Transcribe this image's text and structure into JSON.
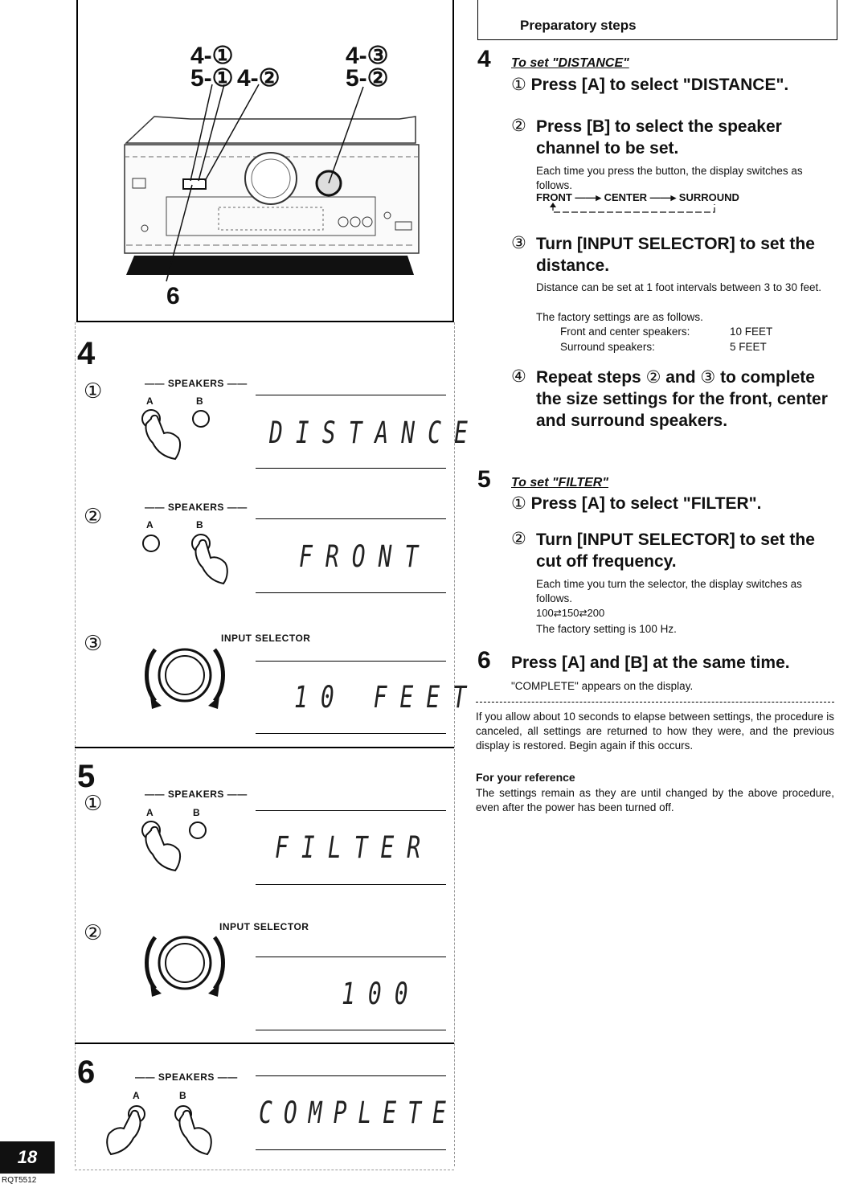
{
  "figure": {
    "callouts": [
      "4-①",
      "5-①",
      "4-②",
      "4-③",
      "5-②",
      "6"
    ]
  },
  "left": {
    "step4": {
      "number": "4",
      "sub1": {
        "marker": "①",
        "speakers_label": "SPEAKERS",
        "a": "A",
        "b": "B",
        "display": "DISTANCE"
      },
      "sub2": {
        "marker": "②",
        "speakers_label": "SPEAKERS",
        "a": "A",
        "b": "B",
        "display": "FRONT"
      },
      "sub3": {
        "marker": "③",
        "selector_label": "INPUT SELECTOR",
        "display": "10 FEET"
      }
    },
    "step5": {
      "number": "5",
      "sub1": {
        "marker": "①",
        "speakers_label": "SPEAKERS",
        "a": "A",
        "b": "B",
        "display": "FILTER"
      },
      "sub2": {
        "marker": "②",
        "selector_label": "INPUT SELECTOR",
        "display": "100"
      }
    },
    "step6": {
      "number": "6",
      "speakers_label": "SPEAKERS",
      "a": "A",
      "b": "B",
      "display": "COMPLETE"
    }
  },
  "right": {
    "box_title": "Preparatory steps",
    "step4": {
      "number": "4",
      "subtitle": "To set \"DISTANCE\"",
      "i1": {
        "marker": "①",
        "text": "Press [A] to select \"DISTANCE\"."
      },
      "i2": {
        "marker": "②",
        "text": "Press [B] to select the speaker channel to be set.",
        "desc": "Each time you press the button, the display switches as follows.",
        "seq": [
          "FRONT",
          "CENTER",
          "SURROUND"
        ]
      },
      "i3": {
        "marker": "③",
        "text": "Turn [INPUT SELECTOR] to set the distance.",
        "desc1": "Distance can be set at 1 foot intervals between 3 to 30 feet.",
        "desc2": "The factory settings are as follows.",
        "row1_label": "Front and center speakers:",
        "row1_value": "10 FEET",
        "row2_label": "Surround speakers:",
        "row2_value": "5 FEET"
      },
      "i4": {
        "marker": "④",
        "text_a": "Repeat steps ",
        "m2": "②",
        "and": " and ",
        "m3": "③",
        "text_b": " to complete the size settings for the front, center and surround speakers."
      }
    },
    "step5": {
      "number": "5",
      "subtitle": "To set \"FILTER\"",
      "i1": {
        "marker": "①",
        "text": "Press [A] to select \"FILTER\"."
      },
      "i2": {
        "marker": "②",
        "text": "Turn [INPUT SELECTOR] to set the cut off frequency.",
        "desc": "Each time you turn the selector, the display switches as follows.",
        "seq": [
          "100",
          "150",
          "200"
        ],
        "factory": "The factory setting is 100 Hz."
      }
    },
    "step6": {
      "number": "6",
      "text": "Press [A] and [B] at the same time.",
      "desc": "\"COMPLETE\" appears on the display."
    },
    "note": "If you allow about 10 seconds to elapse between settings, the procedure is canceled, all settings are returned to how they were, and the previous display is restored. Begin again if this occurs.",
    "ref_title": "For your reference",
    "ref_text": "The settings remain as they are until changed by the above procedure, even after the power has been turned off."
  },
  "footer": {
    "page": "18",
    "code": "RQT5512"
  }
}
